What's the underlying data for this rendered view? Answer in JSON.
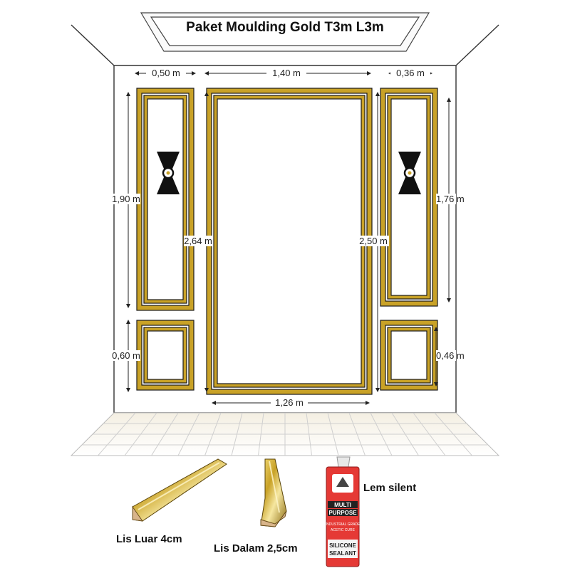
{
  "title": "Paket Moulding Gold T3m L3m",
  "dimensions": {
    "top_left_width": "0,50 m",
    "top_center_width": "1,40 m",
    "top_right_width": "0,36 m",
    "left_tall_height": "1,90 m",
    "left_small_height": "0,60 m",
    "left_total_height": "2,64 m",
    "center_inner_height": "2,50 m",
    "right_tall_height": "1,76 m",
    "right_small_height": "0,46 m",
    "bottom_center_width": "1,26 m"
  },
  "products": {
    "outer_trim": "Lis Luar 4cm",
    "inner_trim": "Lis Dalam 2,5cm",
    "adhesive": "Lem silent",
    "tube_text": [
      "MULTI",
      "PURPOSE",
      "INDUSTRIAL GRADE",
      "ACETIC CURE",
      "SILICONE",
      "SEALANT"
    ]
  },
  "colors": {
    "gold": "#c9a227",
    "gold_dark": "#8a6a12",
    "outline": "#1a1a1a",
    "tube_red": "#d32f2f"
  }
}
